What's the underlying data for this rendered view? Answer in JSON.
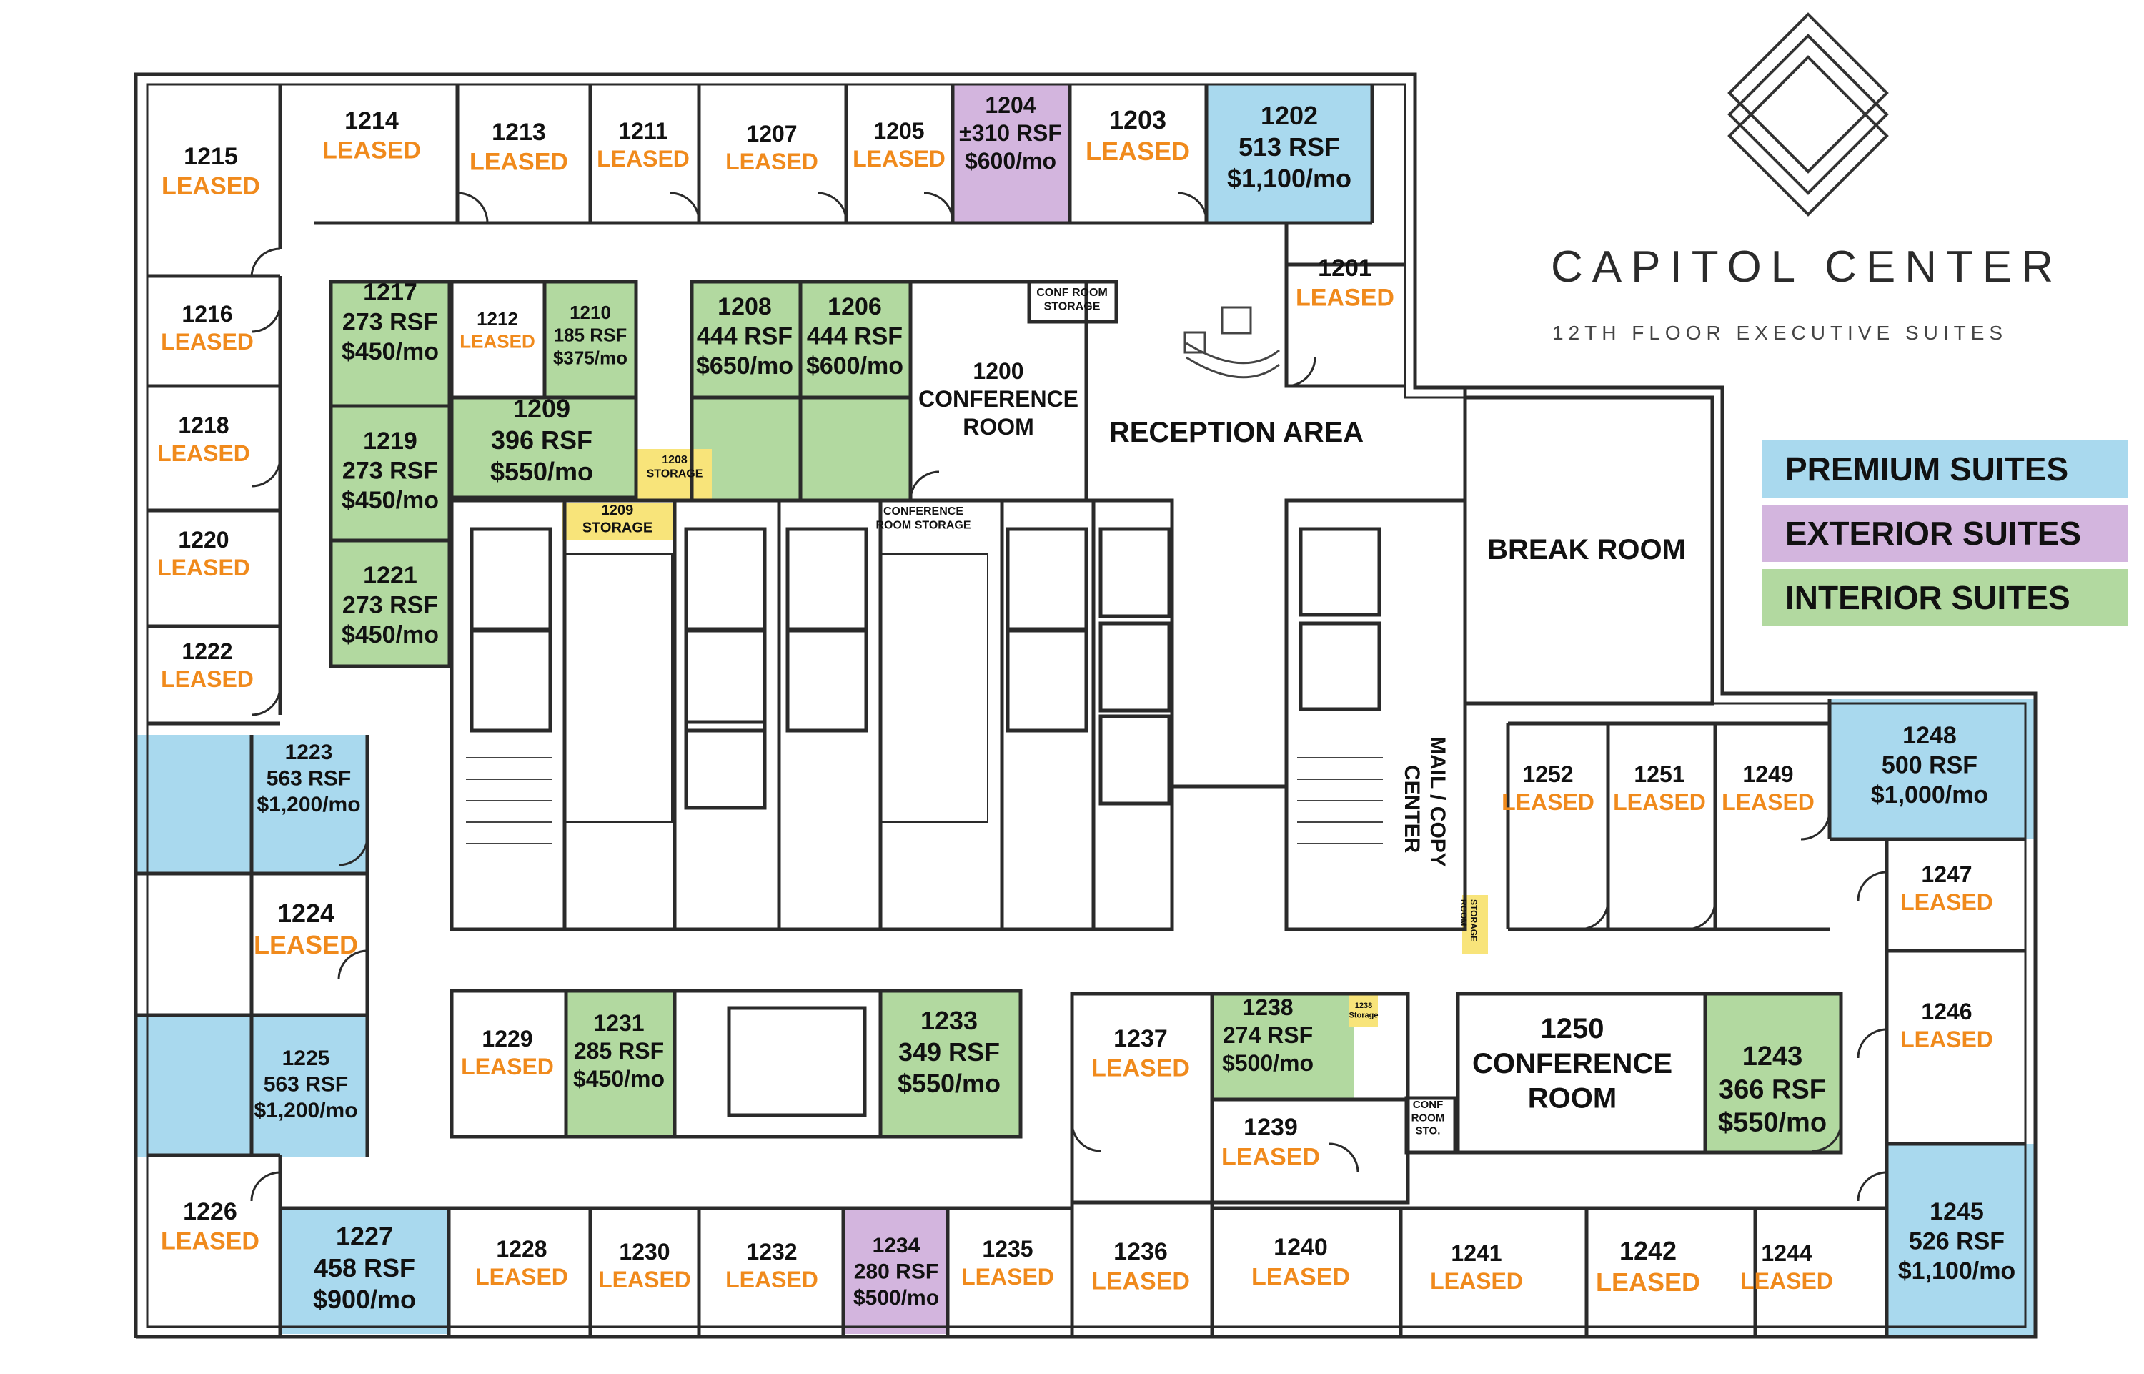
{
  "brand": {
    "name": "CAPITOL CENTER",
    "subtitle": "12TH FLOOR EXECUTIVE SUITES"
  },
  "colors": {
    "premium": "#a9d9ee",
    "exterior": "#d3b5de",
    "interior": "#b2d9a0",
    "storage": "#f8e47a",
    "leased_text": "#f08a1c",
    "wall": "#2a2a2a"
  },
  "legend": [
    {
      "label": "PREMIUM  SUITES",
      "type": "premium"
    },
    {
      "label": "EXTERIOR SUITES",
      "type": "exterior"
    },
    {
      "label": "INTERIOR  SUITES",
      "type": "interior"
    }
  ],
  "rooms": [
    {
      "id": "r1215",
      "lines": [
        "1215",
        "LEASED"
      ]
    },
    {
      "id": "r1214",
      "lines": [
        "1214",
        "LEASED"
      ]
    },
    {
      "id": "r1213",
      "lines": [
        "1213",
        "LEASED"
      ]
    },
    {
      "id": "r1211",
      "lines": [
        "1211",
        "LEASED"
      ]
    },
    {
      "id": "r1207",
      "lines": [
        "1207",
        "LEASED"
      ]
    },
    {
      "id": "r1205",
      "lines": [
        "1205",
        "LEASED"
      ]
    },
    {
      "id": "r1204",
      "lines": [
        "1204",
        "±310 RSF",
        "$600/mo"
      ]
    },
    {
      "id": "r1203",
      "lines": [
        "1203",
        "LEASED"
      ]
    },
    {
      "id": "r1202",
      "lines": [
        "1202",
        "513 RSF",
        "$1,100/mo"
      ]
    },
    {
      "id": "r1201",
      "lines": [
        "1201",
        "LEASED"
      ]
    },
    {
      "id": "r1216",
      "lines": [
        "1216",
        "LEASED"
      ]
    },
    {
      "id": "r1218",
      "lines": [
        "1218",
        "LEASED"
      ]
    },
    {
      "id": "r1220",
      "lines": [
        "1220",
        "LEASED"
      ]
    },
    {
      "id": "r1222",
      "lines": [
        "1222",
        "LEASED"
      ]
    },
    {
      "id": "r1217",
      "lines": [
        "1217",
        "273 RSF",
        "$450/mo"
      ]
    },
    {
      "id": "r1219",
      "lines": [
        "1219",
        "273 RSF",
        "$450/mo"
      ]
    },
    {
      "id": "r1221",
      "lines": [
        "1221",
        "273 RSF",
        "$450/mo"
      ]
    },
    {
      "id": "r1212",
      "lines": [
        "1212",
        "LEASED"
      ]
    },
    {
      "id": "r1210",
      "lines": [
        "1210",
        "185 RSF",
        "$375/mo"
      ]
    },
    {
      "id": "r1209",
      "lines": [
        "1209",
        "396 RSF",
        "$550/mo"
      ]
    },
    {
      "id": "r1208",
      "lines": [
        "1208",
        "444 RSF",
        "$650/mo"
      ]
    },
    {
      "id": "r1206",
      "lines": [
        "1206",
        "444 RSF",
        "$600/mo"
      ]
    },
    {
      "id": "r1200",
      "lines": [
        "1200",
        "CONFERENCE",
        "ROOM"
      ]
    },
    {
      "id": "rReception",
      "lines": [
        "RECEPTION AREA"
      ]
    },
    {
      "id": "rBreak",
      "lines": [
        "BREAK ROOM"
      ]
    },
    {
      "id": "r1223",
      "lines": [
        "1223",
        "563 RSF",
        "$1,200/mo"
      ]
    },
    {
      "id": "r1224",
      "lines": [
        "1224",
        "LEASED"
      ]
    },
    {
      "id": "r1225",
      "lines": [
        "1225",
        "563 RSF",
        "$1,200/mo"
      ]
    },
    {
      "id": "r1226",
      "lines": [
        "1226",
        "LEASED"
      ]
    },
    {
      "id": "r1227",
      "lines": [
        "1227",
        "458 RSF",
        "$900/mo"
      ]
    },
    {
      "id": "r1228",
      "lines": [
        "1228",
        "LEASED"
      ]
    },
    {
      "id": "r1230",
      "lines": [
        "1230",
        "LEASED"
      ]
    },
    {
      "id": "r1232",
      "lines": [
        "1232",
        "LEASED"
      ]
    },
    {
      "id": "r1234",
      "lines": [
        "1234",
        "280 RSF",
        "$500/mo"
      ]
    },
    {
      "id": "r1235",
      "lines": [
        "1235",
        "LEASED"
      ]
    },
    {
      "id": "r1236",
      "lines": [
        "1236",
        "LEASED"
      ]
    },
    {
      "id": "r1229",
      "lines": [
        "1229",
        "LEASED"
      ]
    },
    {
      "id": "r1231",
      "lines": [
        "1231",
        "285 RSF",
        "$450/mo"
      ]
    },
    {
      "id": "r1233",
      "lines": [
        "1233",
        "349 RSF",
        "$550/mo"
      ]
    },
    {
      "id": "r1237",
      "lines": [
        "1237",
        "LEASED"
      ]
    },
    {
      "id": "r1238",
      "lines": [
        "1238",
        "274 RSF",
        "$500/mo"
      ]
    },
    {
      "id": "r1239",
      "lines": [
        "1239",
        "LEASED"
      ]
    },
    {
      "id": "r1240",
      "lines": [
        "1240",
        "LEASED"
      ]
    },
    {
      "id": "r1241",
      "lines": [
        "1241",
        "LEASED"
      ]
    },
    {
      "id": "r1242",
      "lines": [
        "1242",
        "LEASED"
      ]
    },
    {
      "id": "r1244",
      "lines": [
        "1244",
        "LEASED"
      ]
    },
    {
      "id": "r1245",
      "lines": [
        "1245",
        "526 RSF",
        "$1,100/mo"
      ]
    },
    {
      "id": "r1246",
      "lines": [
        "1246",
        "LEASED"
      ]
    },
    {
      "id": "r1247",
      "lines": [
        "1247",
        "LEASED"
      ]
    },
    {
      "id": "r1248",
      "lines": [
        "1248",
        "500 RSF",
        "$1,000/mo"
      ]
    },
    {
      "id": "r1249",
      "lines": [
        "1249",
        "LEASED"
      ]
    },
    {
      "id": "r1251",
      "lines": [
        "1251",
        "LEASED"
      ]
    },
    {
      "id": "r1252",
      "lines": [
        "1252",
        "LEASED"
      ]
    },
    {
      "id": "r1250",
      "lines": [
        "1250",
        "CONFERENCE",
        "ROOM"
      ]
    },
    {
      "id": "r1243",
      "lines": [
        "1243",
        "366 RSF",
        "$550/mo"
      ]
    }
  ],
  "storage": [
    {
      "id": "s1208",
      "lines": [
        "1208",
        "STORAGE"
      ]
    },
    {
      "id": "s1209",
      "lines": [
        "1209",
        "STORAGE"
      ]
    },
    {
      "id": "sConf1",
      "lines": [
        "CONF ROOM",
        "STORAGE"
      ]
    },
    {
      "id": "sConf2",
      "lines": [
        "CONFERENCE",
        "ROOM STORAGE"
      ]
    },
    {
      "id": "s1238",
      "lines": [
        "1238",
        "Storage"
      ]
    },
    {
      "id": "sConf3",
      "lines": [
        "CONF",
        "ROOM",
        "STO."
      ]
    },
    {
      "id": "sMailSto",
      "lines": [
        "STORAGE",
        "ROOM"
      ]
    }
  ],
  "mail": {
    "lines": [
      "MAIL / COPY",
      "CENTER"
    ]
  }
}
